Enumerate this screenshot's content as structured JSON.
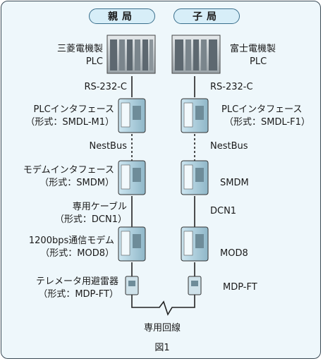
{
  "header": {
    "parent_station": "親局",
    "child_station": "子局"
  },
  "parent": {
    "plc_maker": "三菱電機製",
    "plc": "PLC",
    "serial": "RS-232-C",
    "interface": "PLCインタフェース",
    "interface_model": "（形式：SMDL-M1）",
    "bus": "NestBus",
    "modem_if": "モデムインタフェース",
    "modem_if_model": "（形式：SMDM）",
    "cable": "専用ケーブル",
    "cable_model": "（形式：DCN1）",
    "modem": "1200bps通信モデム",
    "modem_model": "（形式：MOD8）",
    "arrester": "テレメータ用避雷器",
    "arrester_model": "（形式：MDP-FT）"
  },
  "child": {
    "plc_maker": "富士電機製",
    "plc": "PLC",
    "serial": "RS-232-C",
    "interface": "PLCインタフェース",
    "interface_model": "（形式：SMDL-F1）",
    "bus": "NestBus",
    "modem_if": "SMDM",
    "cable": "DCN1",
    "modem": "MOD8",
    "arrester": "MDP-FT"
  },
  "line": "専用回線",
  "caption": "図1"
}
